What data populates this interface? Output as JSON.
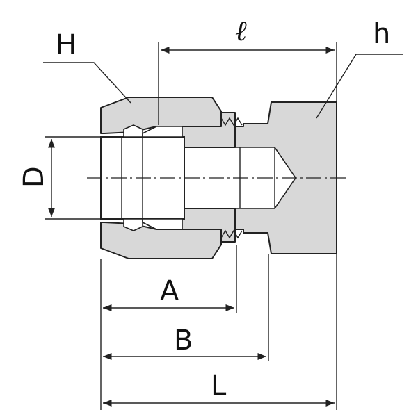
{
  "labels": {
    "H": "H",
    "l": "ℓ",
    "h": "h",
    "D": "D",
    "A": "A",
    "B": "B",
    "L": "L"
  },
  "colors": {
    "part_fill": "#d8d8d8",
    "outline": "#222222",
    "background": "#ffffff"
  }
}
